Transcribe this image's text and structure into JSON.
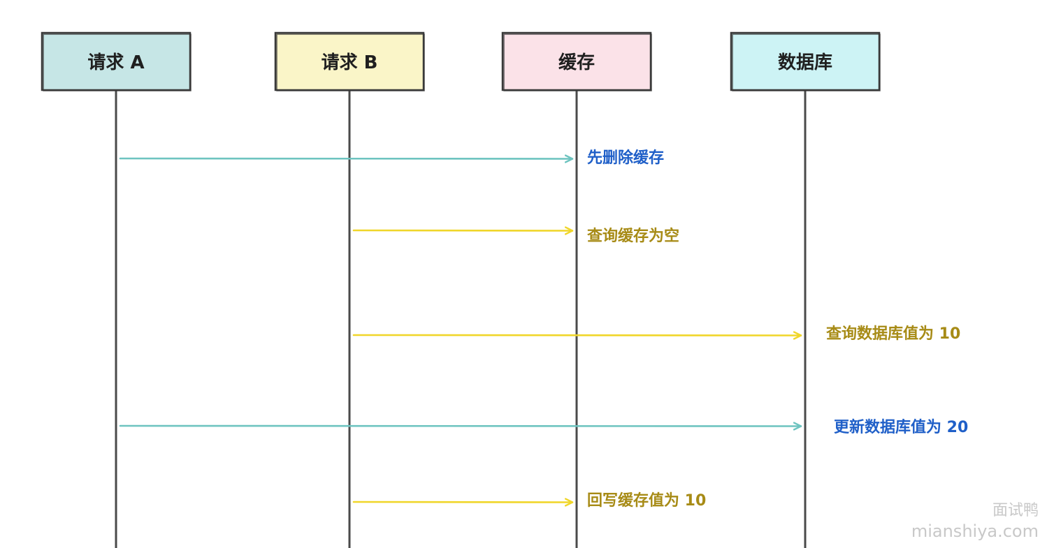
{
  "actors": [
    {
      "label": "请求 A",
      "fill": "#c6e6e6"
    },
    {
      "label": "请求 B",
      "fill": "#faf5c8"
    },
    {
      "label": "缓存",
      "fill": "#fbe2e8"
    },
    {
      "label": "数据库",
      "fill": "#cdf3f5"
    }
  ],
  "messages": [
    {
      "from": 0,
      "to": 2,
      "text": "先删除缓存",
      "color": "#6ec4c0",
      "text_color": "#1f5fc8"
    },
    {
      "from": 1,
      "to": 2,
      "text": "查询缓存为空",
      "color": "#f0d62a",
      "text_color": "#a78b16"
    },
    {
      "from": 1,
      "to": 3,
      "text": "查询数据库值为 10",
      "color": "#f0d62a",
      "text_color": "#a78b16"
    },
    {
      "from": 0,
      "to": 3,
      "text": "更新数据库值为 20",
      "color": "#6ec4c0",
      "text_color": "#1f5fc8"
    },
    {
      "from": 1,
      "to": 2,
      "text": "回写缓存值为 10",
      "color": "#f0d62a",
      "text_color": "#a78b16"
    }
  ],
  "watermark": {
    "brand": "面试鸭",
    "url": "mianshiya.com"
  },
  "colors": {
    "lifeline": "#4a4a4a",
    "box_border": "#3a3a3a"
  }
}
